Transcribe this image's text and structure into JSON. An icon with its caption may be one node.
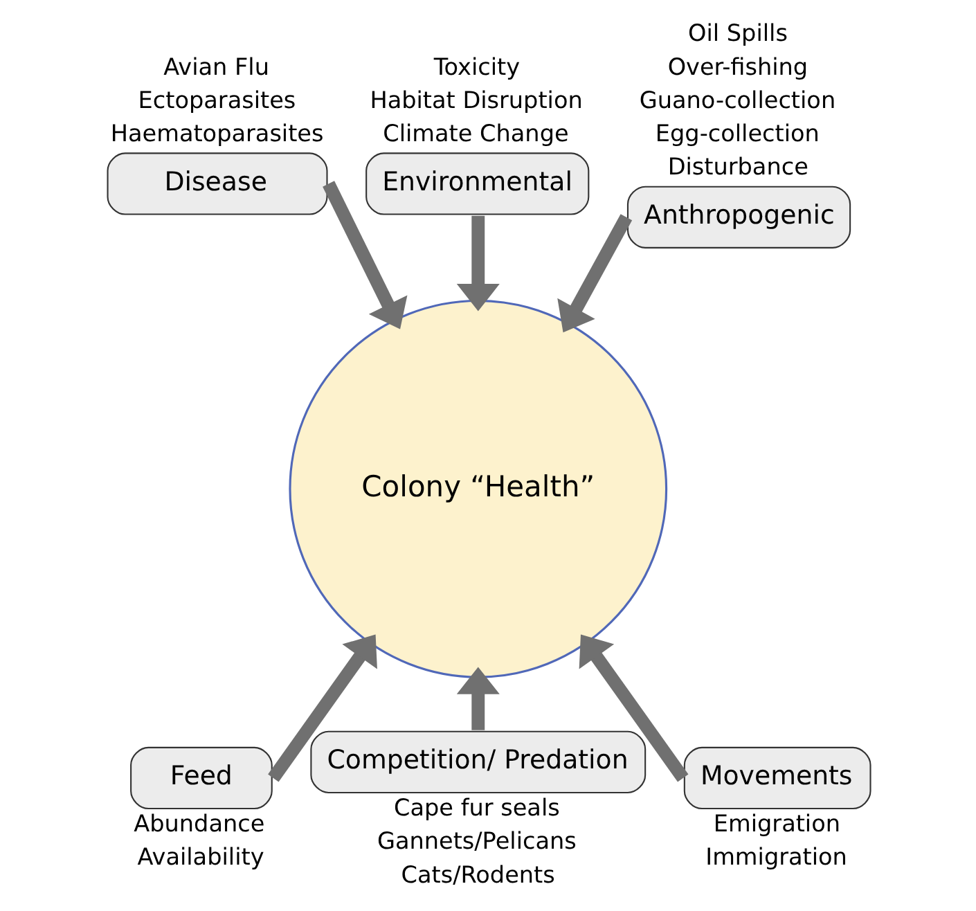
{
  "diagram": {
    "nodes": [
      {
        "text": [
          "Environmental"
        ],
        "beside": [
          "Toxicity",
          "Habitat Disruption",
          "Climate Change"
        ]
      },
      {
        "text": [
          "Disease"
        ],
        "beside": [
          "Avian Flu",
          "Ectoparasites",
          "Haematoparasites"
        ]
      },
      {
        "text": [
          "Anthropogenic"
        ],
        "beside": [
          "Oil Spills",
          "Over-fishing",
          "Guano-collection",
          "Egg-collection",
          "Disturbance"
        ]
      },
      {
        "text": [
          "Colony “Health”"
        ]
      },
      {
        "text": [
          "Feed"
        ],
        "beside": [
          "Abundance",
          "Availability"
        ]
      },
      {
        "text": [
          "Movements"
        ],
        "beside": [
          "Emigration",
          "Immigration"
        ]
      },
      {
        "text": [
          "Competition/ Predation"
        ],
        "beside": [
          "Cape fur seals",
          "Gannets/Pelicans",
          "Cats/Rodents"
        ]
      }
    ],
    "edges": [
      {
        "from": 0,
        "to": 3,
        "arrow": "to"
      },
      {
        "from": 1,
        "to": 3,
        "arrow": "to"
      },
      {
        "from": 2,
        "to": 3,
        "arrow": "to"
      },
      {
        "from": 4,
        "to": 3,
        "arrow": "to"
      },
      {
        "from": 5,
        "to": 3,
        "arrow": "to"
      },
      {
        "from": 6,
        "to": 3,
        "arrow": "to"
      }
    ]
  }
}
